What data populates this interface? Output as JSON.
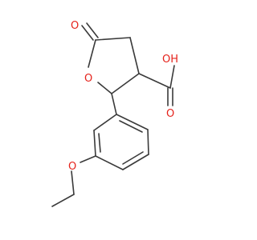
{
  "molecule": {
    "atom_labels": {
      "ring_oxygen": "O",
      "carbonyl_oxygen": "O",
      "acid_carbonyl_oxygen": "O",
      "hydroxyl": "OH",
      "ether_oxygen": "O"
    }
  },
  "colors": {
    "bond": "#3a3a3a",
    "heteroatom_oxygen": "#e5221b",
    "background": "#ffffff"
  }
}
